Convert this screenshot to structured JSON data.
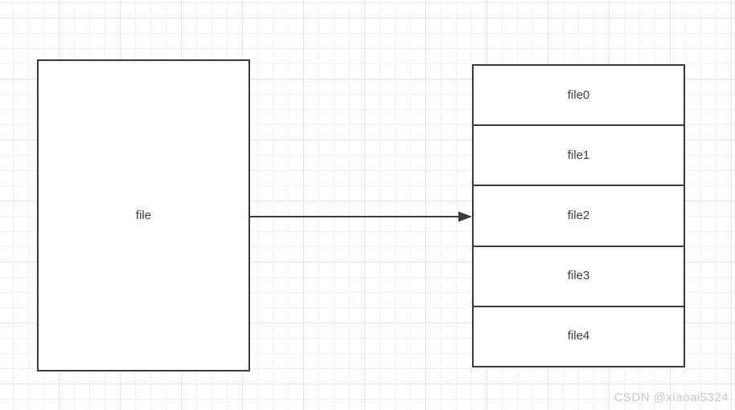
{
  "diagram": {
    "source": {
      "label": "file"
    },
    "stack": {
      "cells": [
        {
          "label": "file0"
        },
        {
          "label": "file1"
        },
        {
          "label": "file2"
        },
        {
          "label": "file3"
        },
        {
          "label": "file4"
        }
      ]
    },
    "arrow": {
      "from": "file",
      "to": "file-stack",
      "direction": "right",
      "head": "filled-triangle"
    }
  },
  "watermark": "CSDN @xiaoai5324",
  "colors": {
    "stroke": "#3b3b3b",
    "label_text": "#3f3f3f",
    "background": "#ffffff",
    "grid_minor": "#f1f1f1",
    "grid_major": "#e4e4e4",
    "watermark_text": "#c9c9c9"
  }
}
